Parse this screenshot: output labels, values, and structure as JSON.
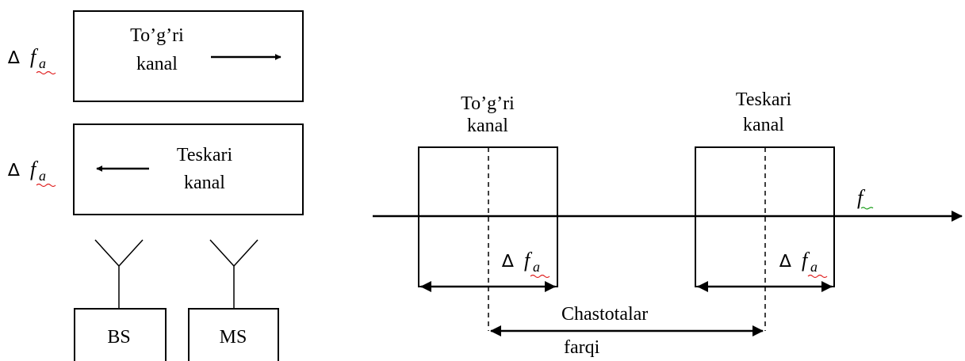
{
  "left_panel": {
    "forward_box": {
      "line1": "To’g’ri",
      "line2": "kanal"
    },
    "reverse_box": {
      "line1": "Teskari",
      "line2": "kanal"
    },
    "bandwidth_symbol": {
      "delta": "∆",
      "f": "f",
      "sub": "a"
    },
    "stations": {
      "base": "BS",
      "mobile": "MS"
    }
  },
  "right_panel": {
    "forward_channel": {
      "line1": "To’g’ri",
      "line2": "kanal"
    },
    "reverse_channel": {
      "line1": "Teskari",
      "line2": "kanal"
    },
    "bandwidth_symbol": {
      "delta": "∆",
      "f": "f",
      "sub": "a"
    },
    "axis_label": "f",
    "separation_label": {
      "line1": "Chastotalar",
      "line2": "farqi"
    }
  },
  "colors": {
    "stroke": "#000000",
    "squiggle_red": "#e02020",
    "squiggle_green": "#20a020"
  }
}
